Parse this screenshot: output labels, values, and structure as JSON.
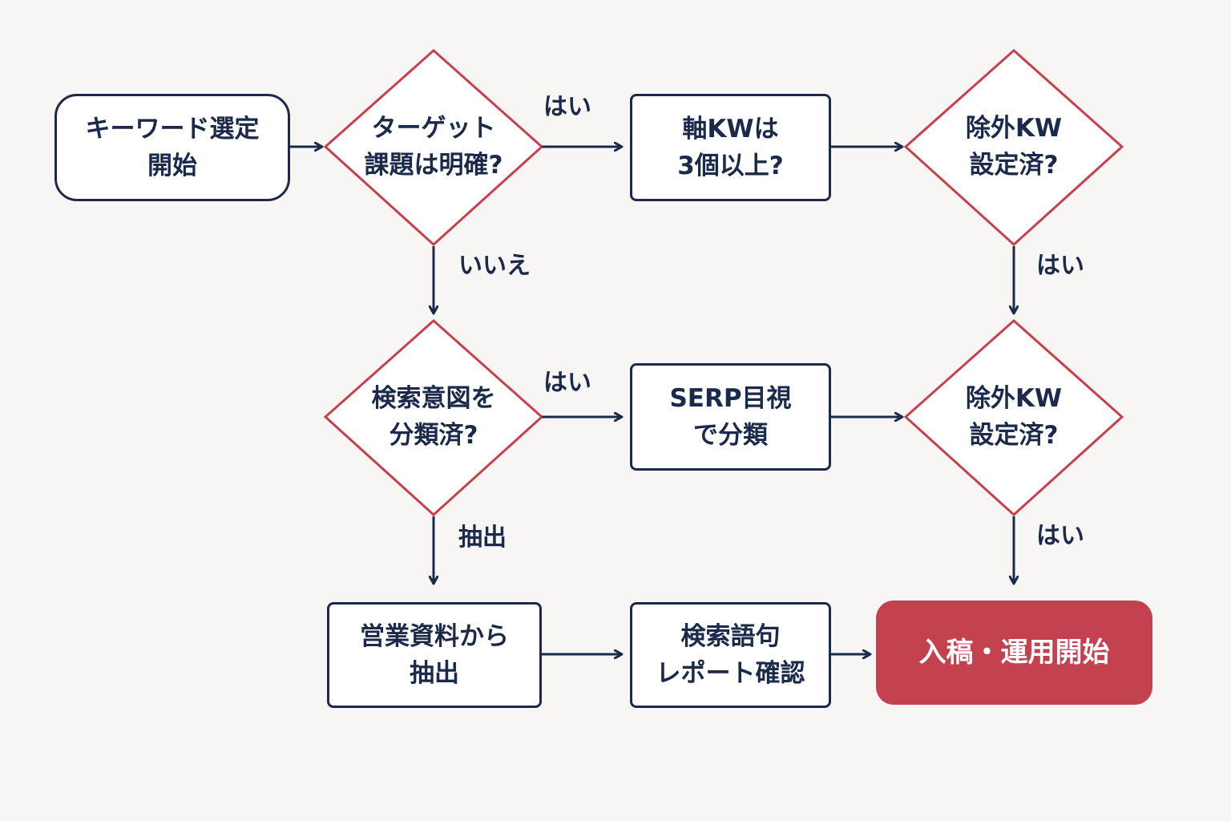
{
  "colors": {
    "ink": "#1b2a4a",
    "decision_outline": "#c8404b",
    "end_fill": "#c44250",
    "background": "#f7f6f5"
  },
  "nodes": {
    "start": "キーワード選定\n開始",
    "target_clear": "ターゲット\n課題は明確?",
    "core_kw": "軸KWは\n3個以上?",
    "exclude_kw_top": "除外KW\n設定済?",
    "intent_classified": "検索意図を\n分類済?",
    "serp_classify": "SERP目視\nで分類",
    "exclude_kw_mid": "除外KW\n設定済?",
    "extract_sales": "営業資料から\n抽出",
    "query_report": "検索語句\nレポート確認",
    "launch": "入稿・運用開始"
  },
  "edge_labels": {
    "target_yes": "はい",
    "target_no": "いいえ",
    "exclude_top_yes": "はい",
    "intent_yes": "はい",
    "intent_no": "抽出",
    "exclude_mid_yes": "はい"
  }
}
